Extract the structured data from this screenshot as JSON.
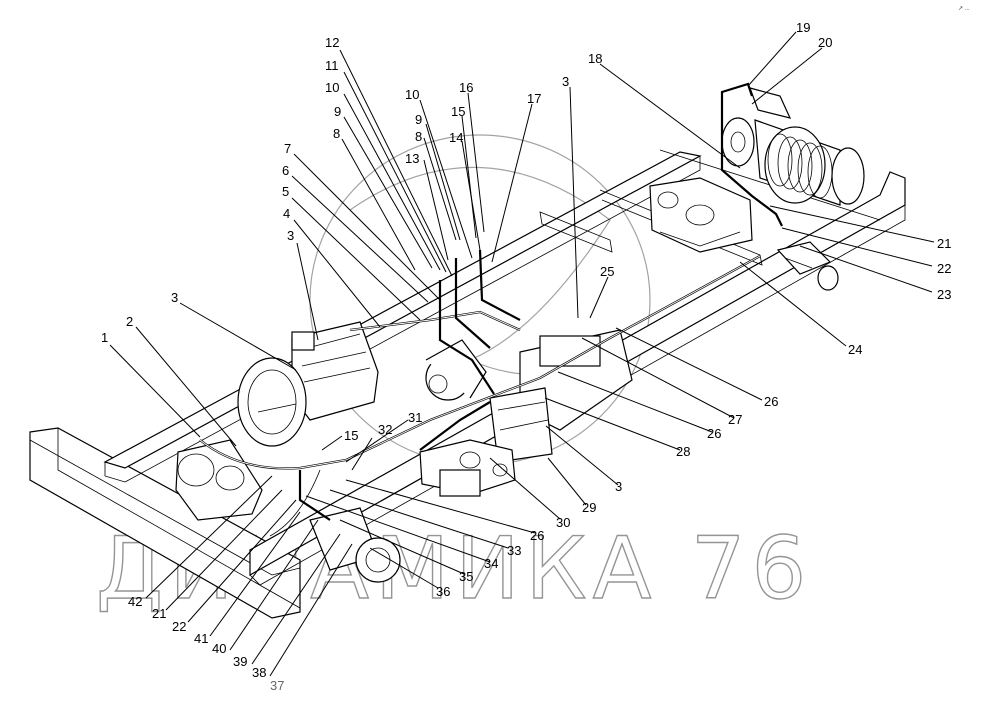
{
  "diagram": {
    "callouts": [
      "1",
      "2",
      "3",
      "4",
      "5",
      "6",
      "7",
      "8",
      "9",
      "10",
      "11",
      "12",
      "13",
      "14",
      "15",
      "16",
      "17",
      "18",
      "19",
      "20",
      "21",
      "22",
      "23",
      "24",
      "25",
      "26",
      "27",
      "28",
      "29",
      "30",
      "31",
      "32",
      "33",
      "34",
      "35",
      "36",
      "37",
      "38",
      "39",
      "40",
      "41",
      "42"
    ],
    "watermark_text": "ДИНАМИКА 76",
    "corner_mark": "↗ ..."
  }
}
